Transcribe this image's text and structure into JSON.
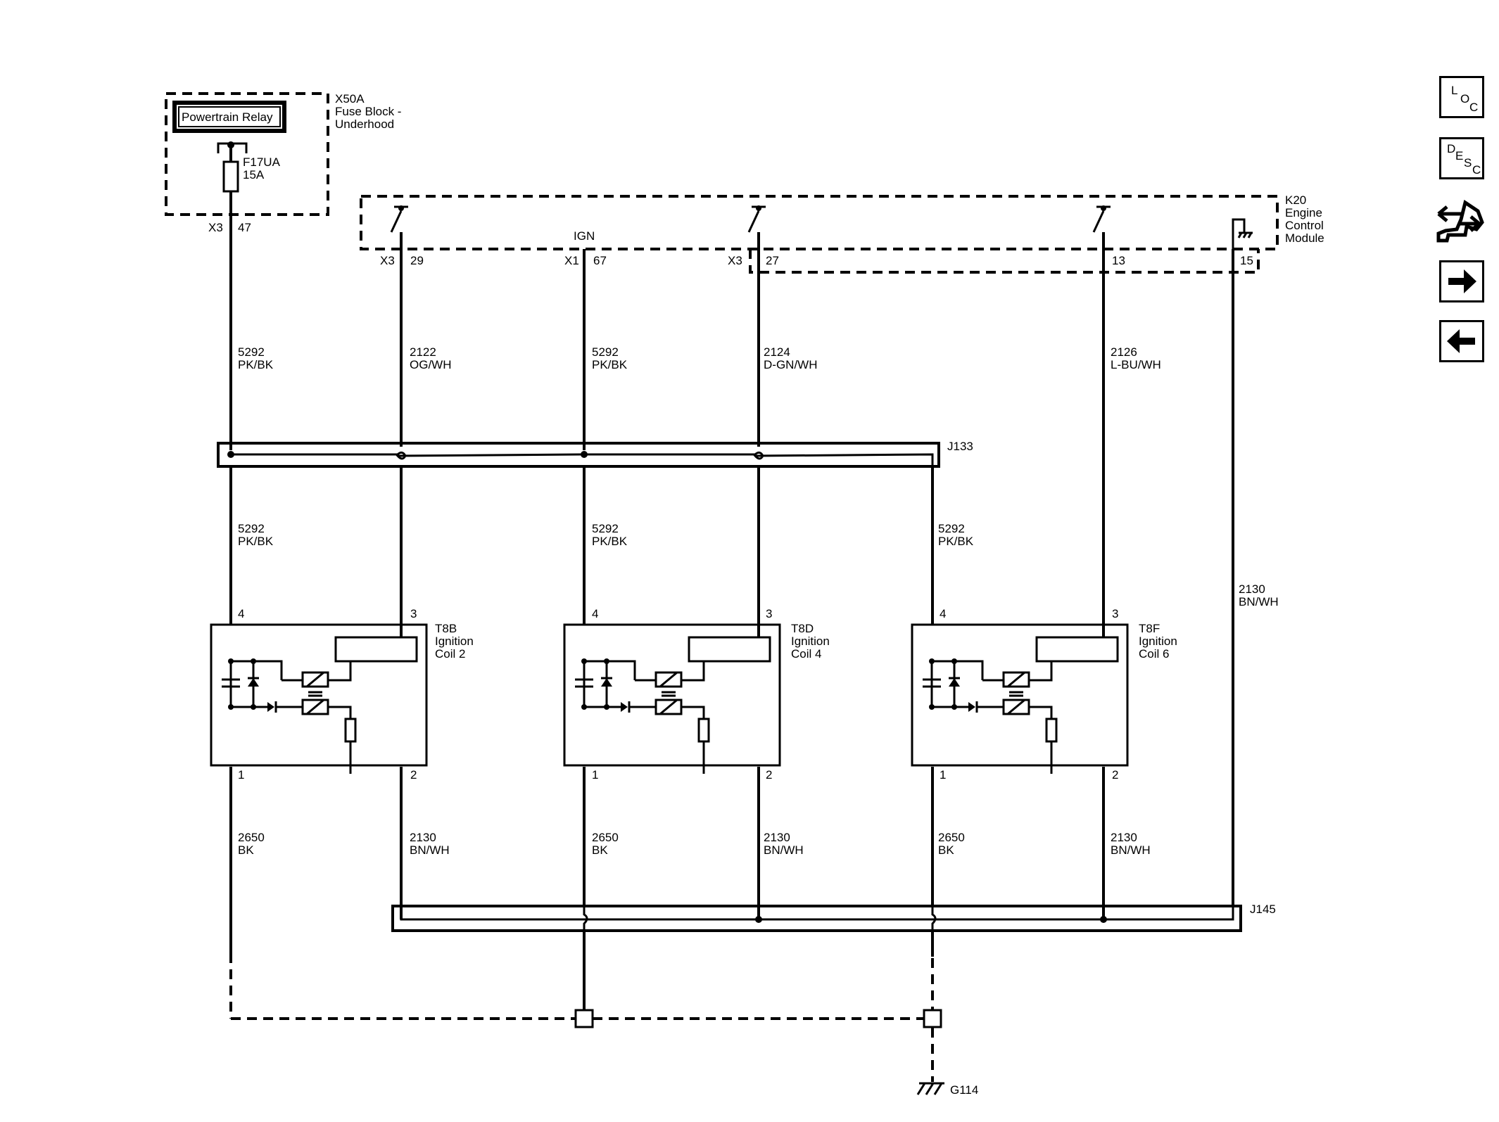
{
  "fuse_block": {
    "id": "X50A",
    "name_line1": "Fuse Block -",
    "name_line2": "Underhood",
    "relay_label": "Powertrain Relay",
    "fuse_id": "F17UA",
    "fuse_rating": "15A",
    "connector": "X3",
    "pin": "47"
  },
  "ecm": {
    "id": "K20",
    "name_line1": "Engine",
    "name_line2": "Control",
    "name_line3": "Module",
    "ign_label": "IGN",
    "pins": [
      {
        "connector": "X3",
        "pin": "29"
      },
      {
        "connector": "X1",
        "pin": "67"
      },
      {
        "connector": "X3",
        "pin": "27"
      },
      {
        "connector": "",
        "pin": "13"
      },
      {
        "connector": "",
        "pin": "15"
      }
    ]
  },
  "upper_wires": [
    {
      "circuit": "5292",
      "color": "PK/BK"
    },
    {
      "circuit": "2122",
      "color": "OG/WH"
    },
    {
      "circuit": "5292",
      "color": "PK/BK"
    },
    {
      "circuit": "2124",
      "color": "D-GN/WH"
    },
    {
      "circuit": "2126",
      "color": "L-BU/WH"
    }
  ],
  "splices": {
    "top": "J133",
    "bottom": "J145"
  },
  "mid_wires": [
    {
      "circuit": "5292",
      "color": "PK/BK"
    },
    {
      "circuit": "5292",
      "color": "PK/BK"
    },
    {
      "circuit": "5292",
      "color": "PK/BK"
    },
    {
      "circuit": "2130",
      "color": "BN/WH"
    }
  ],
  "coils": [
    {
      "id": "T8B",
      "name_line1": "Ignition",
      "name_line2": "Coil 2",
      "pin_tl": "4",
      "pin_tr": "3",
      "pin_bl": "1",
      "pin_br": "2"
    },
    {
      "id": "T8D",
      "name_line1": "Ignition",
      "name_line2": "Coil 4",
      "pin_tl": "4",
      "pin_tr": "3",
      "pin_bl": "1",
      "pin_br": "2"
    },
    {
      "id": "T8F",
      "name_line1": "Ignition",
      "name_line2": "Coil 6",
      "pin_tl": "4",
      "pin_tr": "3",
      "pin_bl": "1",
      "pin_br": "2"
    }
  ],
  "lower_wires": [
    {
      "circuit": "2650",
      "color": "BK"
    },
    {
      "circuit": "2130",
      "color": "BN/WH"
    },
    {
      "circuit": "2650",
      "color": "BK"
    },
    {
      "circuit": "2130",
      "color": "BN/WH"
    },
    {
      "circuit": "2650",
      "color": "BK"
    },
    {
      "circuit": "2130",
      "color": "BN/WH"
    }
  ],
  "ground": {
    "id": "G114"
  },
  "nav": {
    "loc": {
      "l1": "L",
      "l2": "O",
      "l3": "C"
    },
    "desc": {
      "l1": "D",
      "l2": "E",
      "l3": "S",
      "l4": "C"
    },
    "icons": [
      "location-button",
      "description-button",
      "connector-tool-icon",
      "next-page-arrow-icon",
      "previous-page-arrow-icon"
    ]
  }
}
